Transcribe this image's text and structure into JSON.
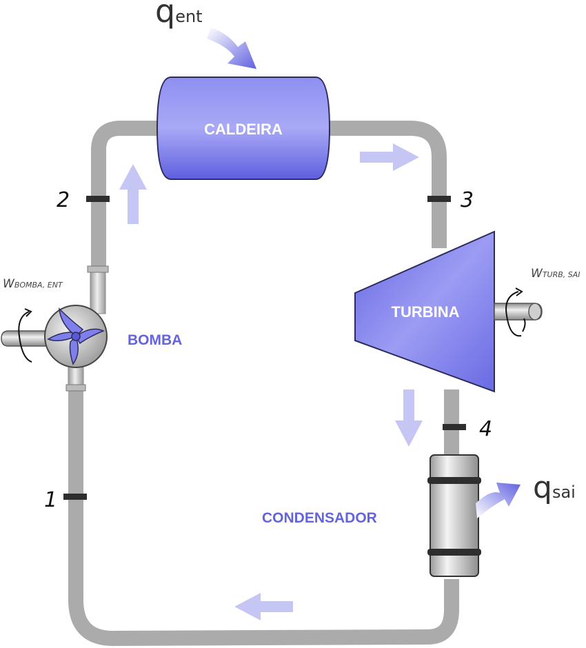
{
  "components": {
    "boiler": "CALDEIRA",
    "turbine": "TURBINA",
    "pump": "BOMBA",
    "condenser": "CONDENSADOR"
  },
  "states": {
    "s1": "1",
    "s2": "2",
    "s3": "3",
    "s4": "4"
  },
  "heat": {
    "in_symbol": "q",
    "in_sub": "ent",
    "out_symbol": "q",
    "out_sub": "sai"
  },
  "work": {
    "pump_symbol": "W",
    "pump_sub": "BOMBA, ENT",
    "turbine_symbol": "W",
    "turbine_sub": "TURB, SAI"
  },
  "colors": {
    "component": "#6a6ae6",
    "label_accent": "#6464dc",
    "pipe": "#ababab",
    "flow_arrow": "#c6c6f4"
  }
}
